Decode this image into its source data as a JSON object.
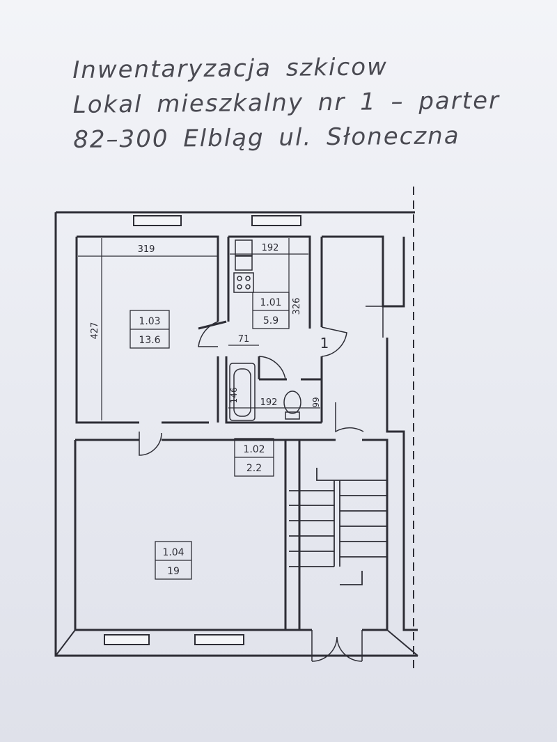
{
  "title": {
    "line1": "Inwentaryzacja szkicow",
    "line2": "Lokal mieszkalny nr 1 – parter",
    "line3": "82–300 Elbląg ul. Słoneczna"
  },
  "rooms": [
    {
      "id": "1.01",
      "area": "5.9"
    },
    {
      "id": "1.02",
      "area": "2.2"
    },
    {
      "id": "1.03",
      "area": "13.6"
    },
    {
      "id": "1.04",
      "area": "19"
    }
  ],
  "dimensions": {
    "room_103_width": "319",
    "room_103_height": "427",
    "room_101_width": "192",
    "room_101_height": "326",
    "corridor_width": "71",
    "bath_width": "192",
    "bath_tub_height": "146",
    "wc_height": "99"
  },
  "stair_label": "1",
  "colors": {
    "ink": "#2d2d35",
    "paper": "#eef0f5",
    "wall_fill": "#f4f5f8"
  }
}
